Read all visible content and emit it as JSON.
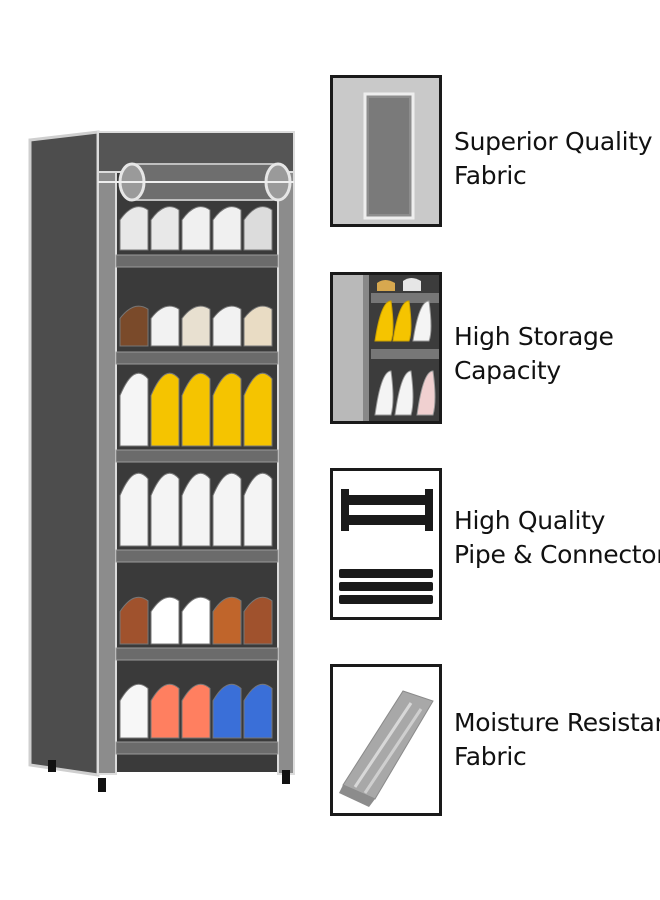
{
  "product": {
    "name": "shoe-rack",
    "colors": {
      "fabric": "#4a4a4a",
      "trim": "#d9d9d9",
      "frame": "#8a8a8a",
      "shelf": "#6b6b6b"
    }
  },
  "features": [
    {
      "line1": "Superior Quality",
      "line2": "Fabric",
      "icon": "fabric-panel-icon"
    },
    {
      "line1": "High Storage",
      "line2": "Capacity",
      "icon": "shoe-shelves-icon"
    },
    {
      "line1": "High Quality",
      "line2": "Pipe & Connectors",
      "icon": "pipe-connector-icon"
    },
    {
      "line1": "Moisture Resistant",
      "line2": "Fabric",
      "icon": "fabric-fold-icon"
    }
  ]
}
